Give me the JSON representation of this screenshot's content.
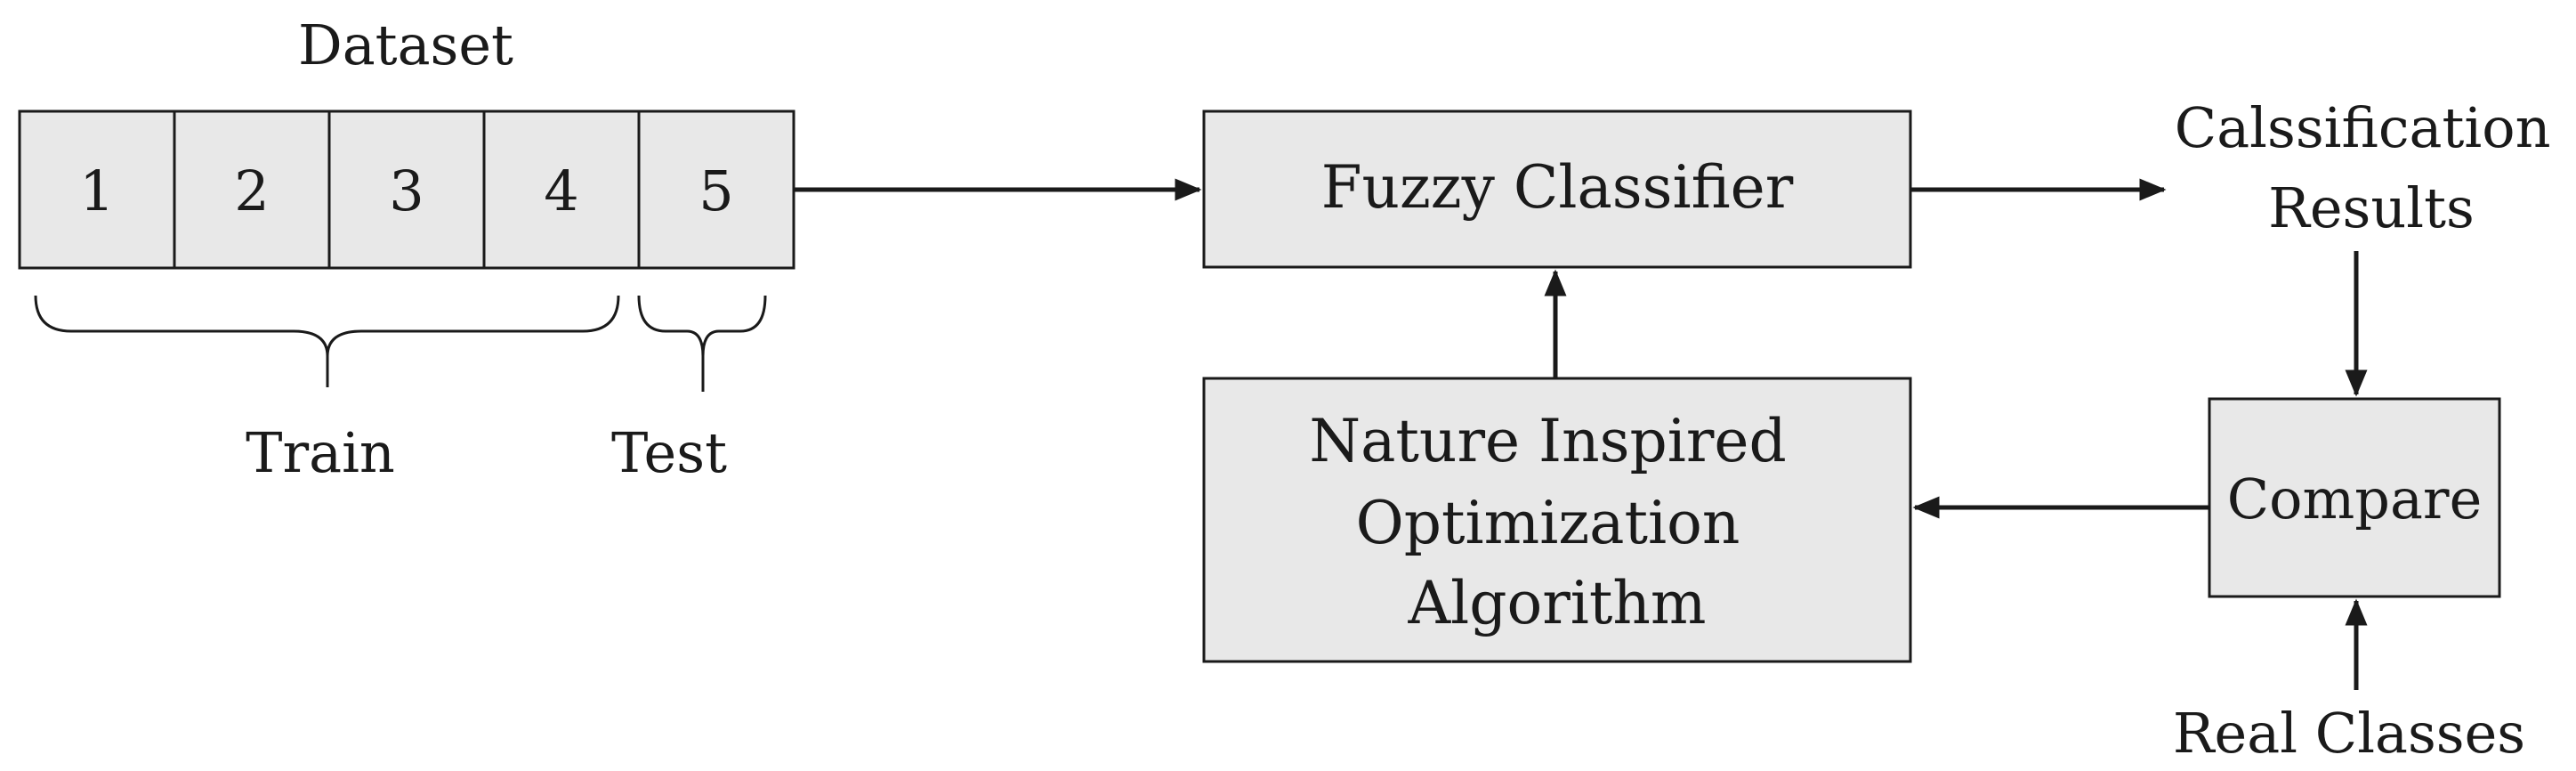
{
  "dataset": {
    "title": "Dataset",
    "folds": [
      "1",
      "2",
      "3",
      "4",
      "5"
    ],
    "train_label": "Train",
    "test_label": "Test"
  },
  "fuzzy_classifier": {
    "label": "Fuzzy Classifier"
  },
  "optimizer": {
    "lines": [
      "Nature Inspired",
      "Optimization",
      "Algorithm"
    ]
  },
  "results": {
    "lines": [
      "Calssification",
      "Results"
    ]
  },
  "compare": {
    "label": "Compare"
  },
  "real_classes": {
    "label": "Real Classes"
  },
  "colors": {
    "box_fill": "#e8e8e8",
    "stroke": "#1a1a1a"
  }
}
